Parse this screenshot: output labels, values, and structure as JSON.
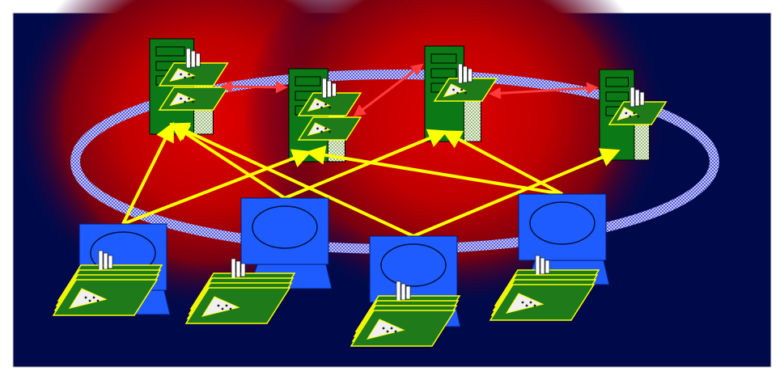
{
  "figure": {
    "kind": "distributed-network-illustration",
    "text_labels": []
  },
  "colors": {
    "frame_border": "#d0d0d0",
    "background": "#000a4a",
    "glow_core": "#d40000",
    "glow_outer": "#400030",
    "ring": "#8f92ff",
    "server_body": "#0b7a16",
    "server_side": "#f2f2d8",
    "server_slot_border": "#000000",
    "map_layer": "#1f7a1a",
    "map_outline": "#ffff00",
    "client_monitor": "#1e5cff",
    "client_screen": "#1e5cff",
    "client_outline": "#001a70",
    "arrow_client_to_server": "#ffff00",
    "arrow_server_to_server": "#ff3b3b"
  },
  "servers": [
    {
      "id": "server-1",
      "icon": "server-tower-icon",
      "layers": 2
    },
    {
      "id": "server-2",
      "icon": "server-tower-icon",
      "layers": 2
    },
    {
      "id": "server-3",
      "icon": "server-tower-icon",
      "layers": 1
    },
    {
      "id": "server-4",
      "icon": "server-tower-icon",
      "layers": 1
    }
  ],
  "clients": [
    {
      "id": "client-1",
      "icon": "workstation-icon",
      "map_stack": 4
    },
    {
      "id": "client-2",
      "icon": "workstation-icon",
      "map_stack": 4
    },
    {
      "id": "client-3",
      "icon": "workstation-icon",
      "map_stack": 4
    },
    {
      "id": "client-4",
      "icon": "workstation-icon",
      "map_stack": 4
    }
  ],
  "connections": {
    "server_to_server": [
      {
        "from": "server-1",
        "to": "server-2"
      },
      {
        "from": "server-2",
        "to": "server-3"
      },
      {
        "from": "server-3",
        "to": "server-4"
      }
    ],
    "client_to_server": [
      {
        "from": "client-1",
        "to": "server-1"
      },
      {
        "from": "client-1",
        "to": "server-2"
      },
      {
        "from": "client-2",
        "to": "server-1"
      },
      {
        "from": "client-2",
        "to": "server-3"
      },
      {
        "from": "client-3",
        "to": "server-1"
      },
      {
        "from": "client-3",
        "to": "server-4"
      },
      {
        "from": "client-4",
        "to": "server-3"
      },
      {
        "from": "client-4",
        "to": "server-2"
      }
    ]
  }
}
